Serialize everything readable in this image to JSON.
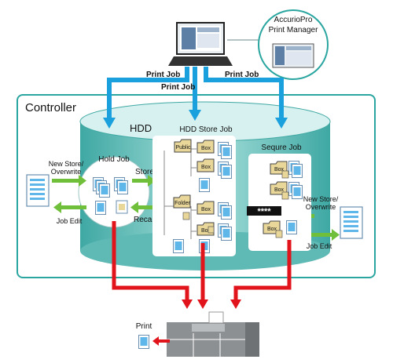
{
  "software": {
    "line1": "AccurioPro",
    "line2": "Print Manager"
  },
  "controller_label": "Controller",
  "hdd_label": "HDD",
  "print_job_labels": [
    "Print Job",
    "Print Job",
    "Print Job"
  ],
  "hold_job": {
    "title": "Hold Job",
    "left_in": [
      "New Store/",
      "Overwrite"
    ],
    "left_out": "Job Edit",
    "store": "Store",
    "recall": "Recall"
  },
  "hdd_store_job": {
    "title": "HDD Store Job",
    "folders": [
      "Public",
      "Box",
      "Box",
      "Folder",
      "Box",
      "Box"
    ]
  },
  "secure_job": {
    "title": "Sequre Job",
    "password": "****",
    "boxes": [
      "Box",
      "Box",
      "Box"
    ],
    "right_in": [
      "New Store/",
      "Overwrite"
    ],
    "right_out": "Job Edit"
  },
  "print_label": "Print",
  "colors": {
    "blue_arrow": "#1aa0dd",
    "red_arrow": "#e1141c",
    "green_arrow": "#6fbf3b",
    "teal": "#6cc7c2",
    "controller_border": "#2aa5a0"
  }
}
